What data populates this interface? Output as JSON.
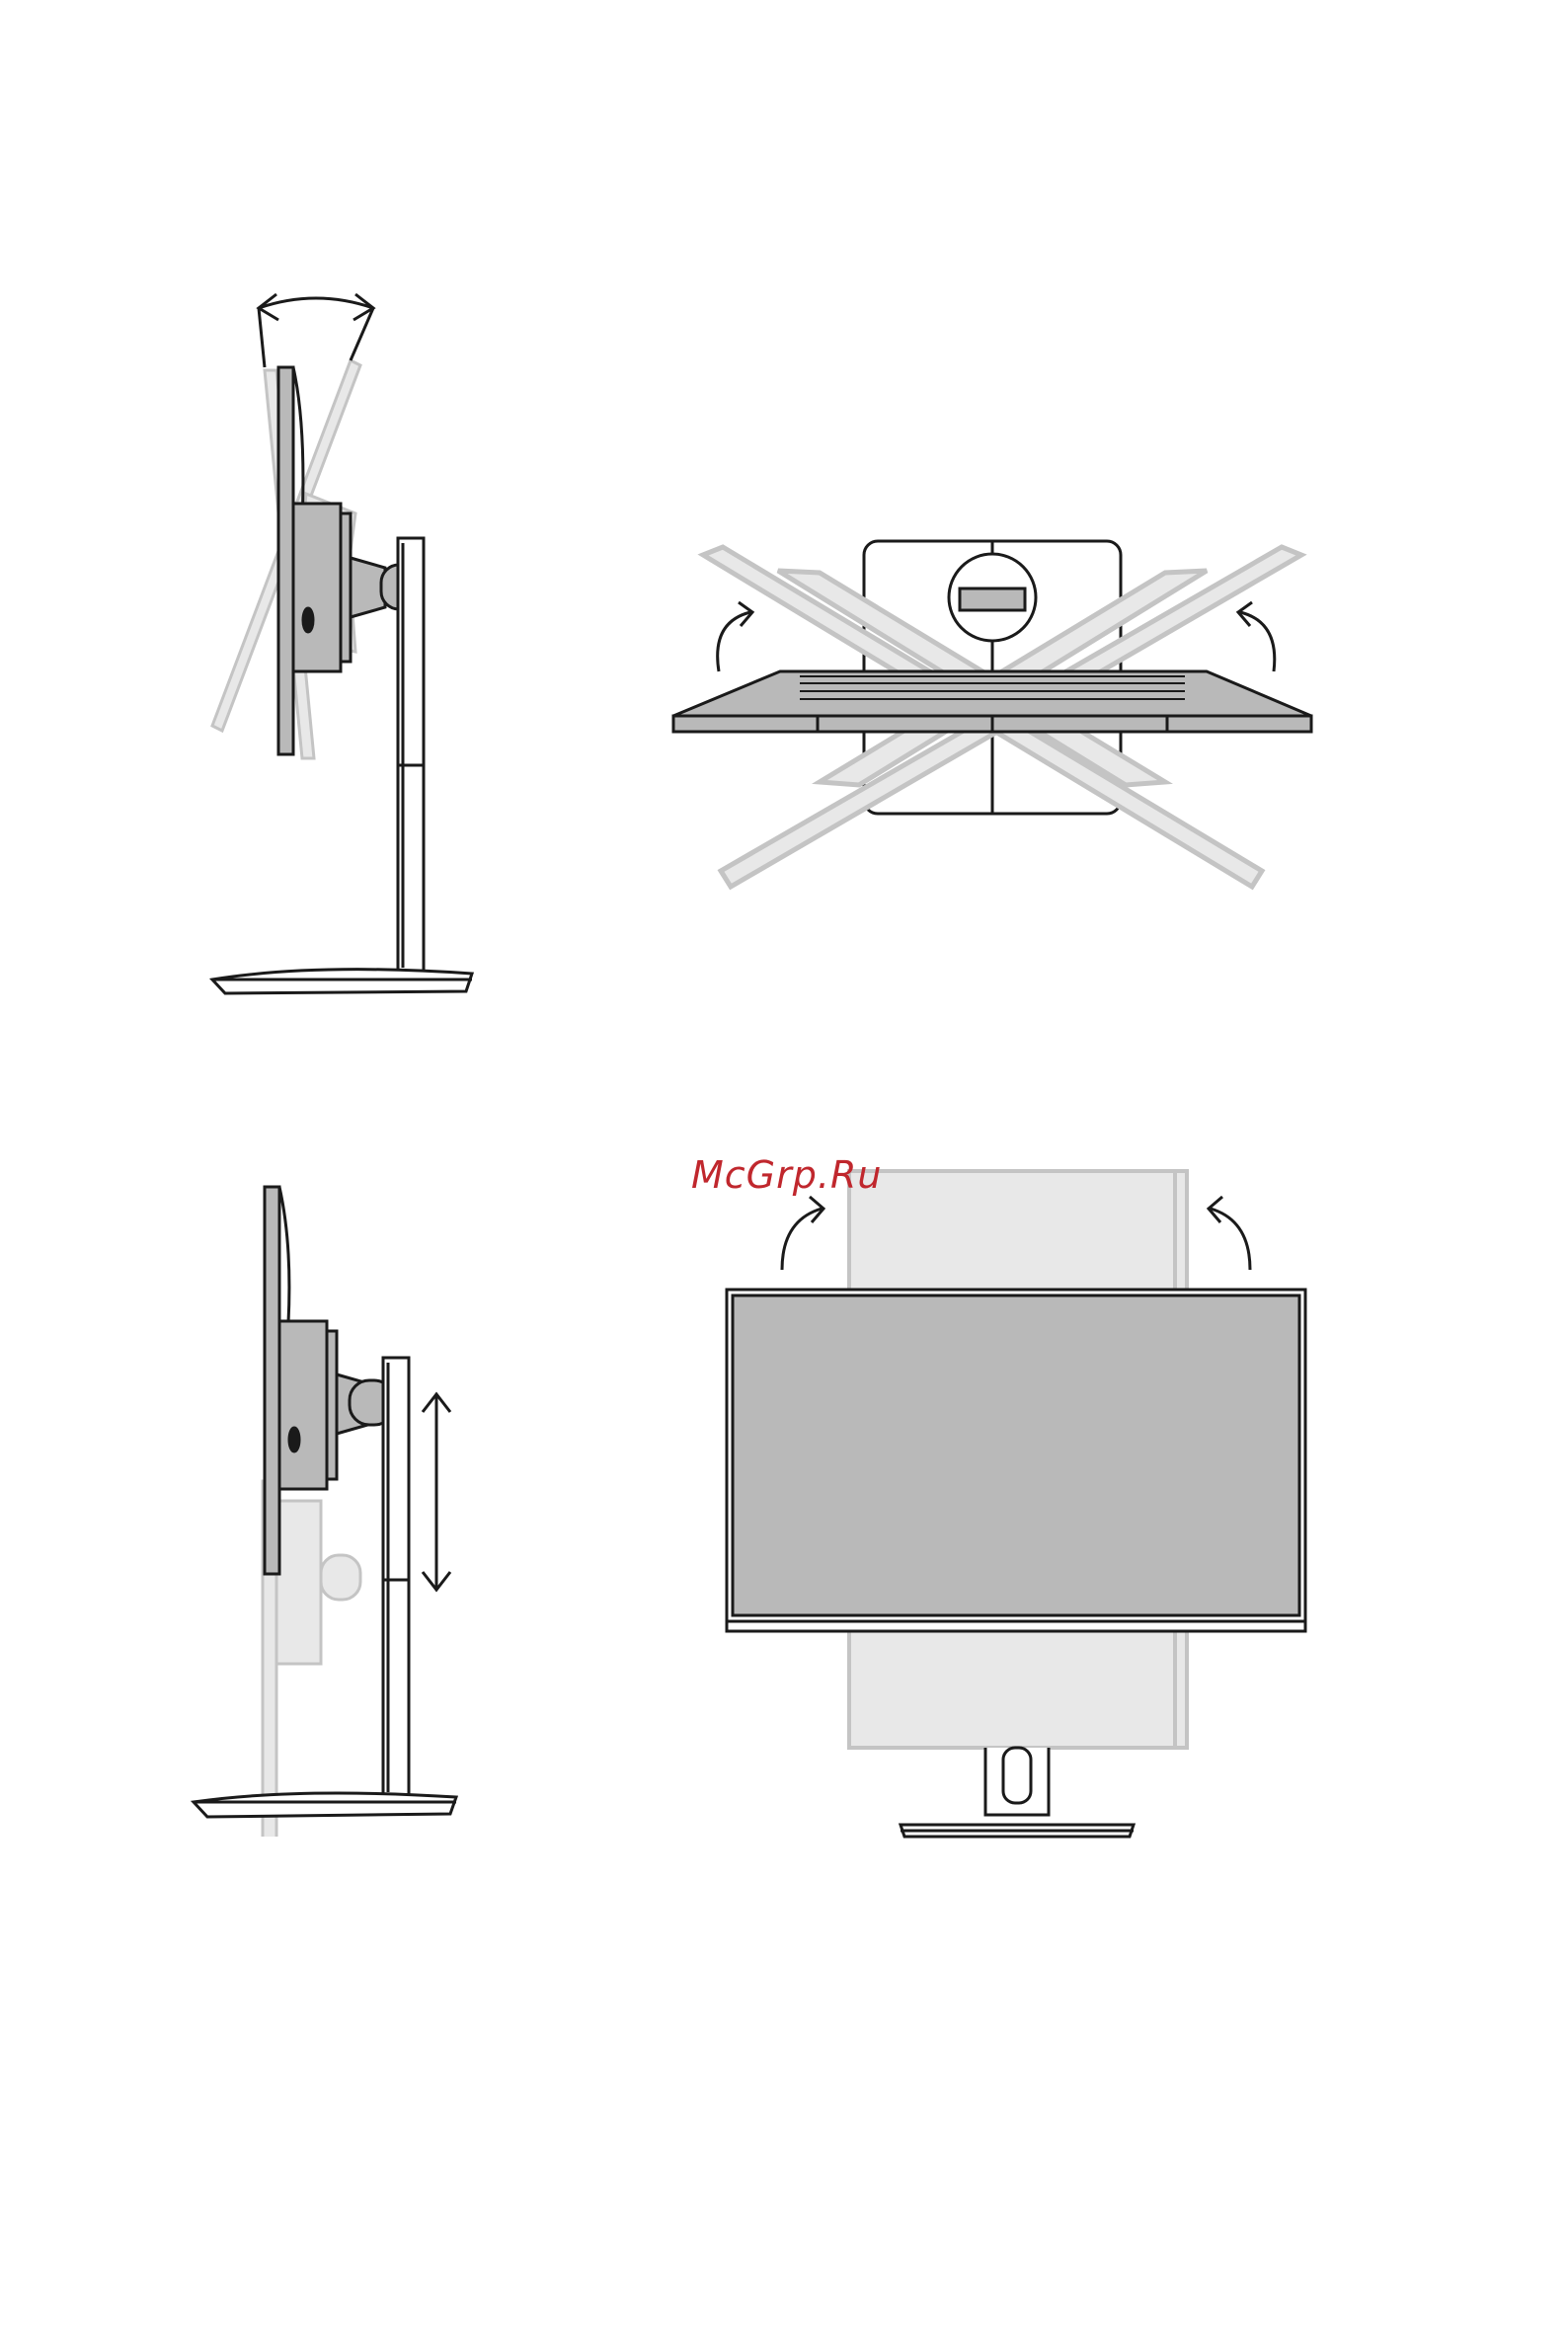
{
  "watermark": {
    "text": "McGrp.Ru",
    "color": "#c0272d"
  },
  "colors": {
    "outline": "#1a1a1a",
    "fill_gray": "#b9b9b9",
    "ghost_fill": "#e8e8e8",
    "ghost_stroke": "#c4c4c4",
    "paper": "#ffffff"
  },
  "diagrams": [
    {
      "name": "tilt-adjustment",
      "motion": "tilt"
    },
    {
      "name": "swivel-adjustment",
      "motion": "swivel"
    },
    {
      "name": "height-adjustment",
      "motion": "height"
    },
    {
      "name": "pivot-adjustment",
      "motion": "pivot"
    }
  ]
}
